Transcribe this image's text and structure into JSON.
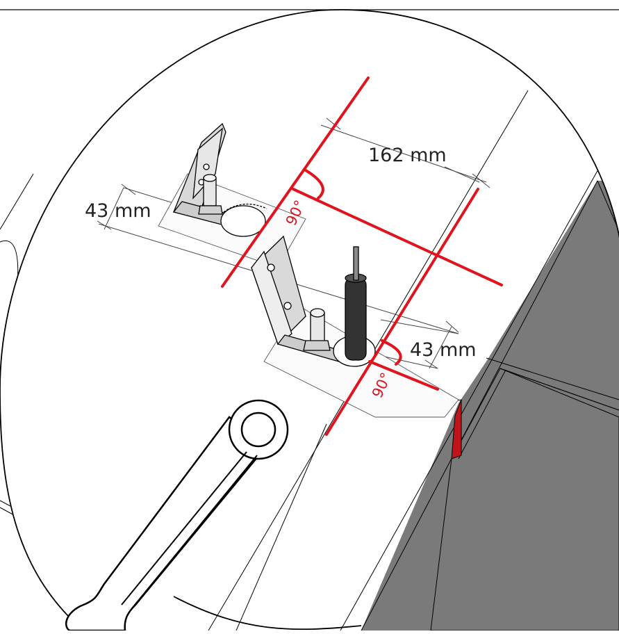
{
  "diagram": {
    "dimensions": {
      "top_spacing": "162 mm",
      "left_offset": "43 mm",
      "right_offset": "43 mm"
    },
    "angles": {
      "upper": "90°",
      "lower": "90°"
    }
  },
  "colors": {
    "guide_lines": "#e0141e",
    "outline": "#000000",
    "panel_dark": "#7a7a7a",
    "surface": "#ffffff"
  },
  "icons": [
    "angle-bracket-icon",
    "bolt-icon",
    "pencil-icon",
    "wrench-icon"
  ]
}
